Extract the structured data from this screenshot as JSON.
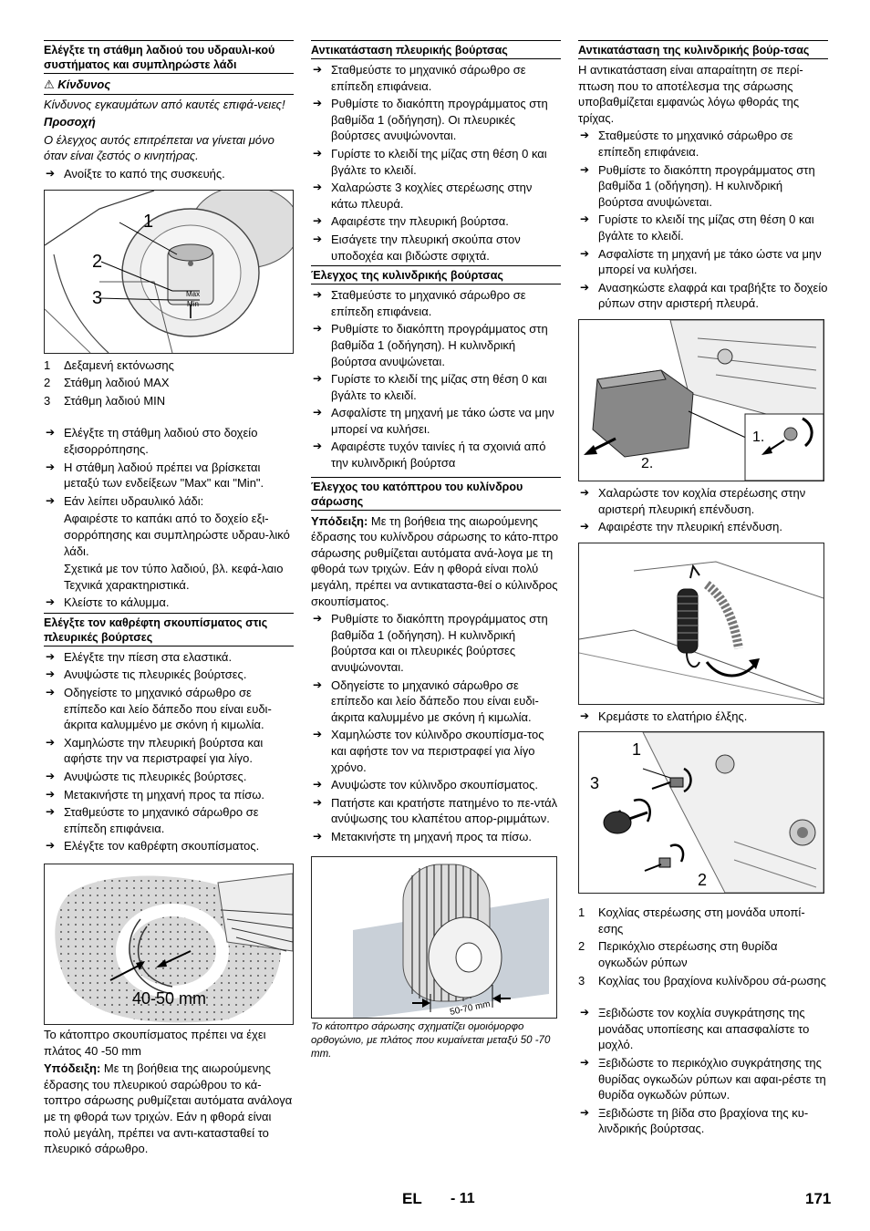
{
  "col1": {
    "heading_oil": "Ελέγξτε τη στάθμη λαδιού του υδραυλι-κού συστήματος και συμπληρώστε λάδι",
    "danger_title": "Κίνδυνος",
    "danger_text": "Κίνδυνος εγκαυμάτων από καυτές επιφά-νειες!",
    "caution_title": "Προσοχή",
    "caution_text": "Ο έλεγχος αυτός επιτρέπεται να γίνεται μόνο όταν είναι ζεστός ο κινητήρας.",
    "step_open": "Ανοίξτε το καπό της συσκευής.",
    "fig1_labels": [
      "1",
      "2",
      "3"
    ],
    "fig1_max": "Max",
    "fig1_min": "Min",
    "legend": [
      {
        "n": "1",
        "t": "Δεξαμενή εκτόνωσης"
      },
      {
        "n": "2",
        "t": "Στάθμη λαδιού MAX"
      },
      {
        "n": "3",
        "t": "Στάθμη λαδιού MIN"
      }
    ],
    "steps_oil": [
      "Ελέγξτε τη στάθμη λαδιού στο δοχείο εξισορρόπησης.",
      "Η στάθμη λαδιού πρέπει να βρίσκεται μεταξύ των ενδείξεων \"Max\" και \"Min\".",
      "Εάν λείπει υδραυλικό λάδι:"
    ],
    "oil_para1": "Αφαιρέστε το καπάκι από το δοχείο εξι-σορρόπησης και συμπληρώστε υδραυ-λικό λάδι.",
    "oil_para2": "Σχετικά με τον τύπο λαδιού, βλ. κεφά-λαιο Τεχνικά χαρακτηριστικά.",
    "step_close": "Κλείστε το κάλυμμα.",
    "heading_side": "Ελέγξτε τον καθρέφτη σκουπίσματος στις πλευρικές βούρτσες",
    "steps_side": [
      "Ελέγξτε την πίεση στα ελαστικά.",
      "Ανυψώστε τις πλευρικές βούρτσες.",
      "Οδηγείστε το μηχανικό σάρωθρο σε επίπεδο και λείο δάπεδο που είναι ευδι-άκριτα καλυμμένο με σκόνη ή κιμωλία.",
      "Χαμηλώστε την πλευρική βούρτσα και αφήστε την να περιστραφεί για λίγο.",
      "Ανυψώστε τις πλευρικές βούρτσες.",
      "Μετακινήστε τη μηχανή προς τα πίσω.",
      "Σταθμεύστε το μηχανικό σάρωθρο σε επίπεδη επιφάνεια.",
      "Ελέγξτε τον καθρέφτη σκουπίσματος."
    ],
    "fig2_label": "40-50 mm",
    "side_width_text": "Το κάτοπτρο σκουπίσματος πρέπει να έχει πλάτος 40 -50 mm",
    "note_label": "Υπόδειξη:",
    "side_note": " Με τη βοήθεια της αιωρούμενης έδρασης του πλευρικού σαρώθρου το κά-τοπτρο σάρωσης ρυθμίζεται αυτόματα ανάλογα με τη φθορά των τριχών. Εάν η φθορά είναι πολύ μεγάλη, πρέπει να αντι-κατασταθεί το πλευρικό σάρωθρο."
  },
  "col2": {
    "heading_replace_side": "Αντικατάσταση πλευρικής βούρτσας",
    "steps_replace_side": [
      "Σταθμεύστε το μηχανικό σάρωθρο σε επίπεδη επιφάνεια.",
      "Ρυθμίστε το διακόπτη προγράμματος στη βαθμίδα 1 (οδήγηση). Οι πλευρικές βούρτσες ανυψώνονται.",
      "Γυρίστε το κλειδί της μίζας στη θέση 0 και βγάλτε το κλειδί.",
      "Χαλαρώστε 3 κοχλίες στερέωσης στην κάτω πλευρά.",
      "Αφαιρέστε την πλευρική βούρτσα.",
      "Εισάγετε την πλευρική σκούπα στον υποδοχέα και βιδώστε σφιχτά."
    ],
    "heading_check_roller": "Έλεγχος της κυλινδρικής βούρτσας",
    "steps_check_roller": [
      "Σταθμεύστε το μηχανικό σάρωθρο σε επίπεδη επιφάνεια.",
      "Ρυθμίστε το διακόπτη προγράμματος στη βαθμίδα 1 (οδήγηση). Η κυλινδρική βούρτσα ανυψώνεται.",
      "Γυρίστε το κλειδί της μίζας στη θέση 0 και βγάλτε το κλειδί.",
      "Ασφαλίστε τη μηχανή με τάκο ώστε να μην μπορεί να κυλήσει.",
      "Αφαιρέστε τυχόν ταινίες ή τα σχοινιά από την κυλινδρική βούρτσα"
    ],
    "heading_mirror": "Έλεγχος του κατόπτρου του κυλίνδρου σάρωσης",
    "note_label": "Υπόδειξη:",
    "mirror_note": " Με τη βοήθεια της αιωρούμενης έδρασης του κυλίνδρου σάρωσης το κάτο-πτρο σάρωσης ρυθμίζεται αυτόματα ανά-λογα με τη φθορά των τριχών. Εάν η φθορά είναι πολύ μεγάλη, πρέπει να αντικαταστα-θεί ο κύλινδρος σκουπίσματος.",
    "steps_mirror": [
      "Ρυθμίστε το διακόπτη προγράμματος στη βαθμίδα 1 (οδήγηση). Η κυλινδρική βούρτσα και οι πλευρικές βούρτσες ανυψώνονται.",
      "Οδηγείστε το μηχανικό σάρωθρο σε επίπεδο και λείο δάπεδο που είναι ευδι-άκριτα καλυμμένο με σκόνη ή κιμωλία.",
      "Χαμηλώστε τον κύλινδρο σκουπίσμα-τος και αφήστε τον να περιστραφεί για λίγο χρόνο.",
      "Ανυψώστε τον κύλινδρο σκουπίσματος.",
      "Πατήστε και κρατήστε πατημένο το πε-ντάλ ανύψωσης του κλαπέτου απορ-ριμμάτων.",
      "Μετακινήστε τη μηχανή προς τα πίσω."
    ],
    "fig3_label": "50-70 mm",
    "fig3_caption": "Το κάτοπτρο σάρωσης σχηματίζει ομοιόμορφο ορθογώνιο, με πλάτος που κυμαίνεται μεταξύ 50 -70 mm."
  },
  "col3": {
    "heading_replace_roller": "Αντικατάσταση της κυλινδρικής βούρ-τσας",
    "intro": "Η αντικατάσταση είναι απαραίτητη σε περί-πτωση που το αποτέλεσμα της σάρωσης υποβαθμίζεται εμφανώς λόγω φθοράς της τρίχας.",
    "steps_a": [
      "Σταθμεύστε το μηχανικό σάρωθρο σε επίπεδη επιφάνεια.",
      "Ρυθμίστε το διακόπτη προγράμματος στη βαθμίδα 1 (οδήγηση). Η κυλινδρική βούρτσα ανυψώνεται.",
      "Γυρίστε το κλειδί της μίζας στη θέση 0 και βγάλτε το κλειδί.",
      "Ασφαλίστε τη μηχανή με τάκο ώστε να μην μπορεί να κυλήσει.",
      "Ανασηκώστε ελαφρά και τραβήξτε το δοχείο ρύπων στην αριστερή πλευρά."
    ],
    "fig4_labels": [
      "1.",
      "2."
    ],
    "steps_b": [
      "Χαλαρώστε τον κοχλία στερέωσης στην αριστερή πλευρική επένδυση.",
      "Αφαιρέστε την πλευρική επένδυση."
    ],
    "step_spring": "Κρεμάστε το ελατήριο έλξης.",
    "fig6_labels": [
      "1",
      "3",
      "2"
    ],
    "legend": [
      {
        "n": "1",
        "t": "Κοχλίας στερέωσης στη μονάδα υποπί-εσης"
      },
      {
        "n": "2",
        "t": "Περικόχλιο στερέωσης στη θυρίδα ογκωδών ρύπων"
      },
      {
        "n": "3",
        "t": "Κοχλίας του βραχίονα κυλίνδρου σά-ρωσης"
      }
    ],
    "steps_c": [
      "Ξεβιδώστε τον κοχλία συγκράτησης της μονάδας υποπίεσης και απασφαλίστε το μοχλό.",
      "Ξεβιδώστε το περικόχλιο συγκράτησης της θυρίδας ογκωδών ρύπων και αφαι-ρέστε τη θυρίδα ογκωδών ρύπων.",
      "Ξεβιδώστε τη βίδα στο βραχίονα της κυ-λινδρικής βούρτσας."
    ]
  },
  "footer": {
    "lang": "EL",
    "page_local": "- 11",
    "page_total": "171"
  }
}
